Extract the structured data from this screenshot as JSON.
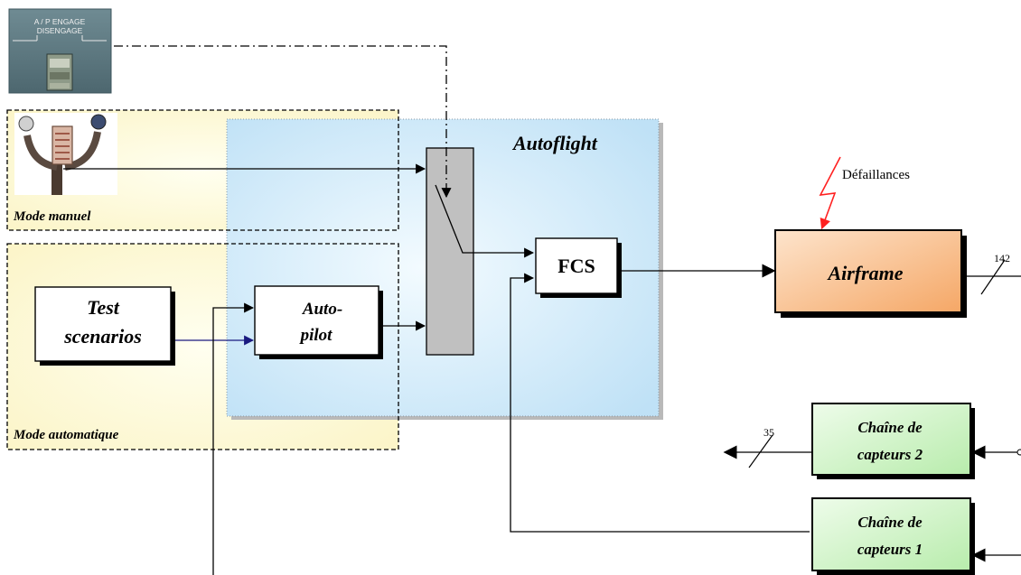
{
  "panel": {
    "line1": "A / P ENGAGE",
    "line2": "DISENGAGE"
  },
  "zones": {
    "manual": "Mode manuel",
    "automatic": "Mode automatique",
    "autoflight": "Autoflight"
  },
  "blocks": {
    "test_scenarios": {
      "line1": "Test",
      "line2": "scenarios"
    },
    "autopilot": {
      "line1": "Auto-",
      "line2": "pilot"
    },
    "fcs": "FCS",
    "airframe": "Airframe",
    "sensors2": {
      "line1": "Chaîne de",
      "line2": "capteurs 2"
    },
    "sensors1": {
      "line1": "Chaîne de",
      "line2": "capteurs 1"
    }
  },
  "annotations": {
    "failures": "Défaillances",
    "bus_airframe": "142",
    "bus_sensors": "35"
  },
  "colors": {
    "manual_zone": "#fdf8d2",
    "autoflight_zone": "#cfe8f8",
    "switch": "#c0c0c0",
    "airframe": "#f9c08e",
    "sensors": "#ccf2c2",
    "failure_bolt": "#ff2020",
    "scenario_link": "#1a1a80"
  },
  "icons": [
    "ap-engage-panel",
    "control-yoke-icon",
    "lightning-bolt-icon"
  ]
}
